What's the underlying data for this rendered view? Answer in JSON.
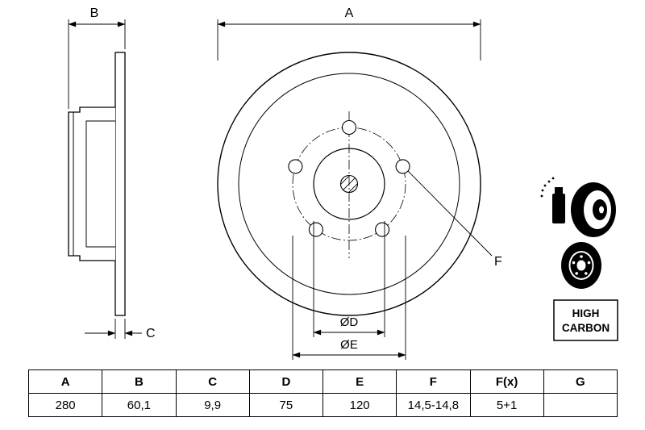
{
  "drawing": {
    "labels": {
      "a": "A",
      "b": "B",
      "c": "C",
      "d": "ØD",
      "e": "ØE",
      "f": "F"
    }
  },
  "badge": {
    "line1": "HIGH",
    "line2": "CARBON"
  },
  "table": {
    "headers": [
      "A",
      "B",
      "C",
      "D",
      "E",
      "F",
      "F(x)",
      "G"
    ],
    "values": [
      "280",
      "60,1",
      "9,9",
      "75",
      "120",
      "14,5-14,8",
      "5+1",
      ""
    ]
  },
  "colors": {
    "line": "#000000",
    "background": "#ffffff"
  }
}
